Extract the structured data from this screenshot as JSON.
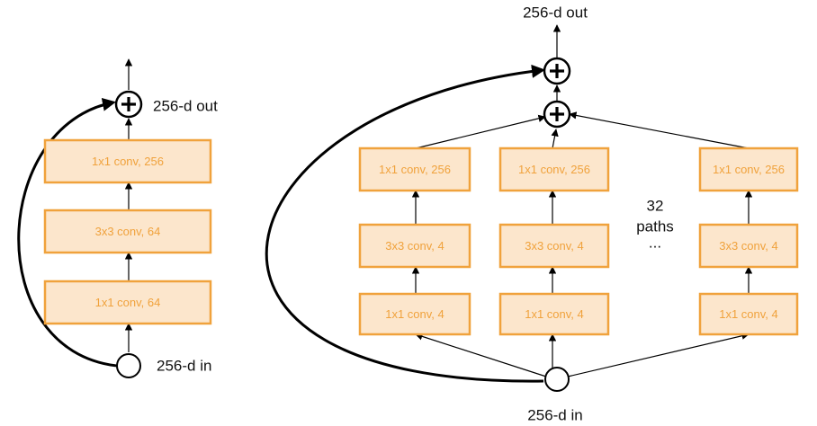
{
  "left_block": {
    "boxes": [
      "1x1 conv, 256",
      "3x3 conv, 64",
      "1x1 conv, 64"
    ],
    "out_label": "256-d out",
    "in_label": "256-d in"
  },
  "right_block": {
    "paths": [
      [
        "1x1 conv, 256",
        "3x3 conv, 4",
        "1x1 conv, 4"
      ],
      [
        "1x1 conv, 256",
        "3x3 conv, 4",
        "1x1 conv, 4"
      ],
      [
        "1x1 conv, 256",
        "3x3 conv, 4",
        "1x1 conv, 4"
      ]
    ],
    "paths_count": "32",
    "paths_word": "paths",
    "ellipsis": "...",
    "out_label": "256-d out",
    "in_label": "256-d in"
  }
}
